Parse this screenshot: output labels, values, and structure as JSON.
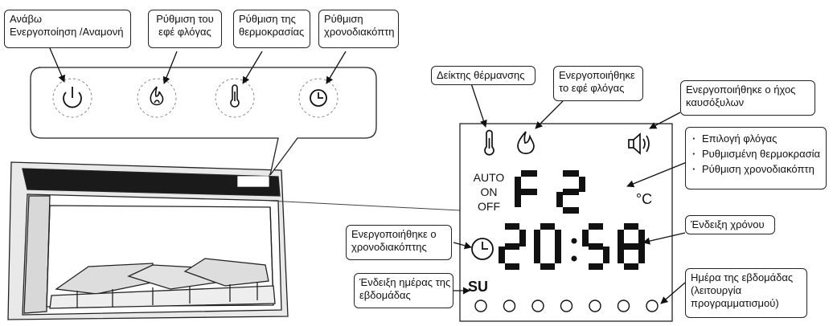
{
  "buttons_panel": {
    "labels": {
      "power": [
        "Ανάβω",
        "Ενεργοποίηση /Αναμονή"
      ],
      "flame": [
        "Ρύθμιση του",
        "εφέ φλόγας"
      ],
      "temperature": [
        "Ρύθμιση της",
        "θερμοκρασίας"
      ],
      "timer": [
        "Ρύθμιση",
        "χρονοδιακόπτη"
      ]
    },
    "icons": [
      "power-icon",
      "flame-icon",
      "thermometer-icon",
      "clock-icon"
    ]
  },
  "display": {
    "mode_labels": [
      "AUTO",
      "ON",
      "OFF"
    ],
    "code": "F2",
    "unit": "°C",
    "time": "20:58",
    "day": "SU",
    "day_dots": 7,
    "icons": [
      "thermometer-icon",
      "flame-icon",
      "speaker-icon",
      "clock-icon"
    ]
  },
  "annotations": {
    "heating": "Δείκτης θέρμανσης",
    "flame_active": [
      "Ενεργοποιήθηκε",
      "το εφέ φλόγας"
    ],
    "sound_active": [
      "Ενεργοποιήθηκε ο ήχος",
      "καυσόξυλων"
    ],
    "settings": [
      "Επιλογή φλόγας",
      "Ρυθμισμένη θερμοκρασία",
      "Ρύθμιση χρονοδιακόπτη"
    ],
    "time_display": "Ένδειξη χρόνου",
    "timer_active": [
      "Ενεργοποιήθηκε ο",
      "χρονοδιακόπτης"
    ],
    "day_display": [
      "Ένδειξη ημέρας της",
      "εβδομάδας"
    ],
    "weekday_program": [
      "Ημέρα της εβδομάδας",
      "(λειτουργία",
      "προγραμματισμού)"
    ]
  },
  "colors": {
    "line": "#222222",
    "panel": "#1a1a1a",
    "frame_shadow": "#d8d8d8"
  }
}
